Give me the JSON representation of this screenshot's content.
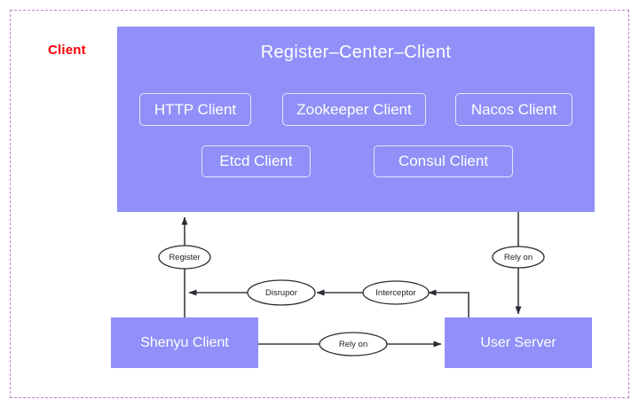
{
  "diagram": {
    "boundary": {
      "label": "Client",
      "label_color": "#fb0007",
      "border_color": "#c77fd0",
      "border_style": "dashed"
    },
    "panel": {
      "title": "Register–Center–Client",
      "fill_color": "#9090f8",
      "text_color": "#ffffff",
      "clients": [
        {
          "label": "HTTP Client"
        },
        {
          "label": "Zookeeper Client"
        },
        {
          "label": "Nacos Client"
        },
        {
          "label": "Etcd Client"
        },
        {
          "label": "Consul Client"
        }
      ]
    },
    "nodes": [
      {
        "id": "shenyu-client",
        "label": "Shenyu Client",
        "fill_color": "#9090f8"
      },
      {
        "id": "user-server",
        "label": "User Server",
        "fill_color": "#9090f8"
      }
    ],
    "edges": [
      {
        "id": "register",
        "label": "Register",
        "from": "shenyu-client",
        "to": "register-center-client"
      },
      {
        "id": "rely-on-server",
        "label": "Rely on",
        "from": "register-center-client",
        "to": "user-server"
      },
      {
        "id": "disrupor",
        "label": "Disrupor",
        "from": "interceptor",
        "to": "shenyu-client"
      },
      {
        "id": "interceptor",
        "label": "Interceptor",
        "from": "user-server",
        "to": "disrupor"
      },
      {
        "id": "rely-on-client",
        "label": "Rely on",
        "from": "shenyu-client",
        "to": "user-server"
      }
    ]
  }
}
